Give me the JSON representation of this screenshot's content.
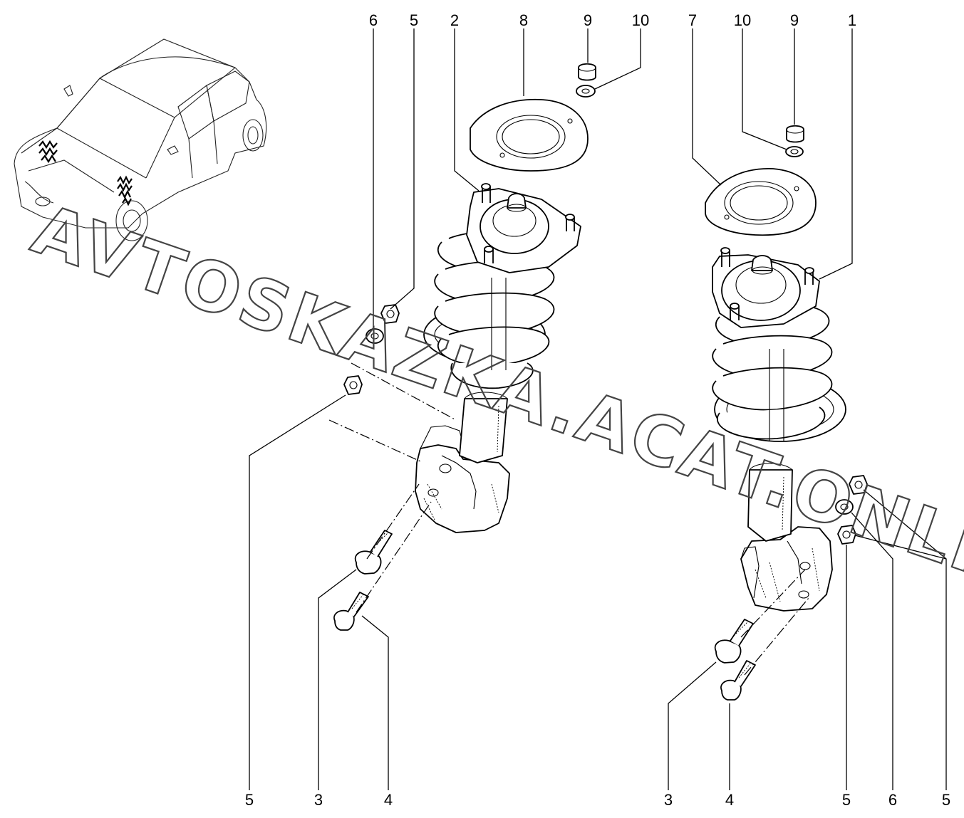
{
  "watermark": "AVTOSKAZKA.ACAT.ONLINE",
  "callouts": {
    "top": [
      "6",
      "5",
      "2",
      "8",
      "9",
      "10",
      "7",
      "10",
      "9",
      "1"
    ],
    "bottom_left": [
      "5",
      "3",
      "4"
    ],
    "bottom_right": [
      "3",
      "4",
      "5",
      "6",
      "5"
    ]
  }
}
